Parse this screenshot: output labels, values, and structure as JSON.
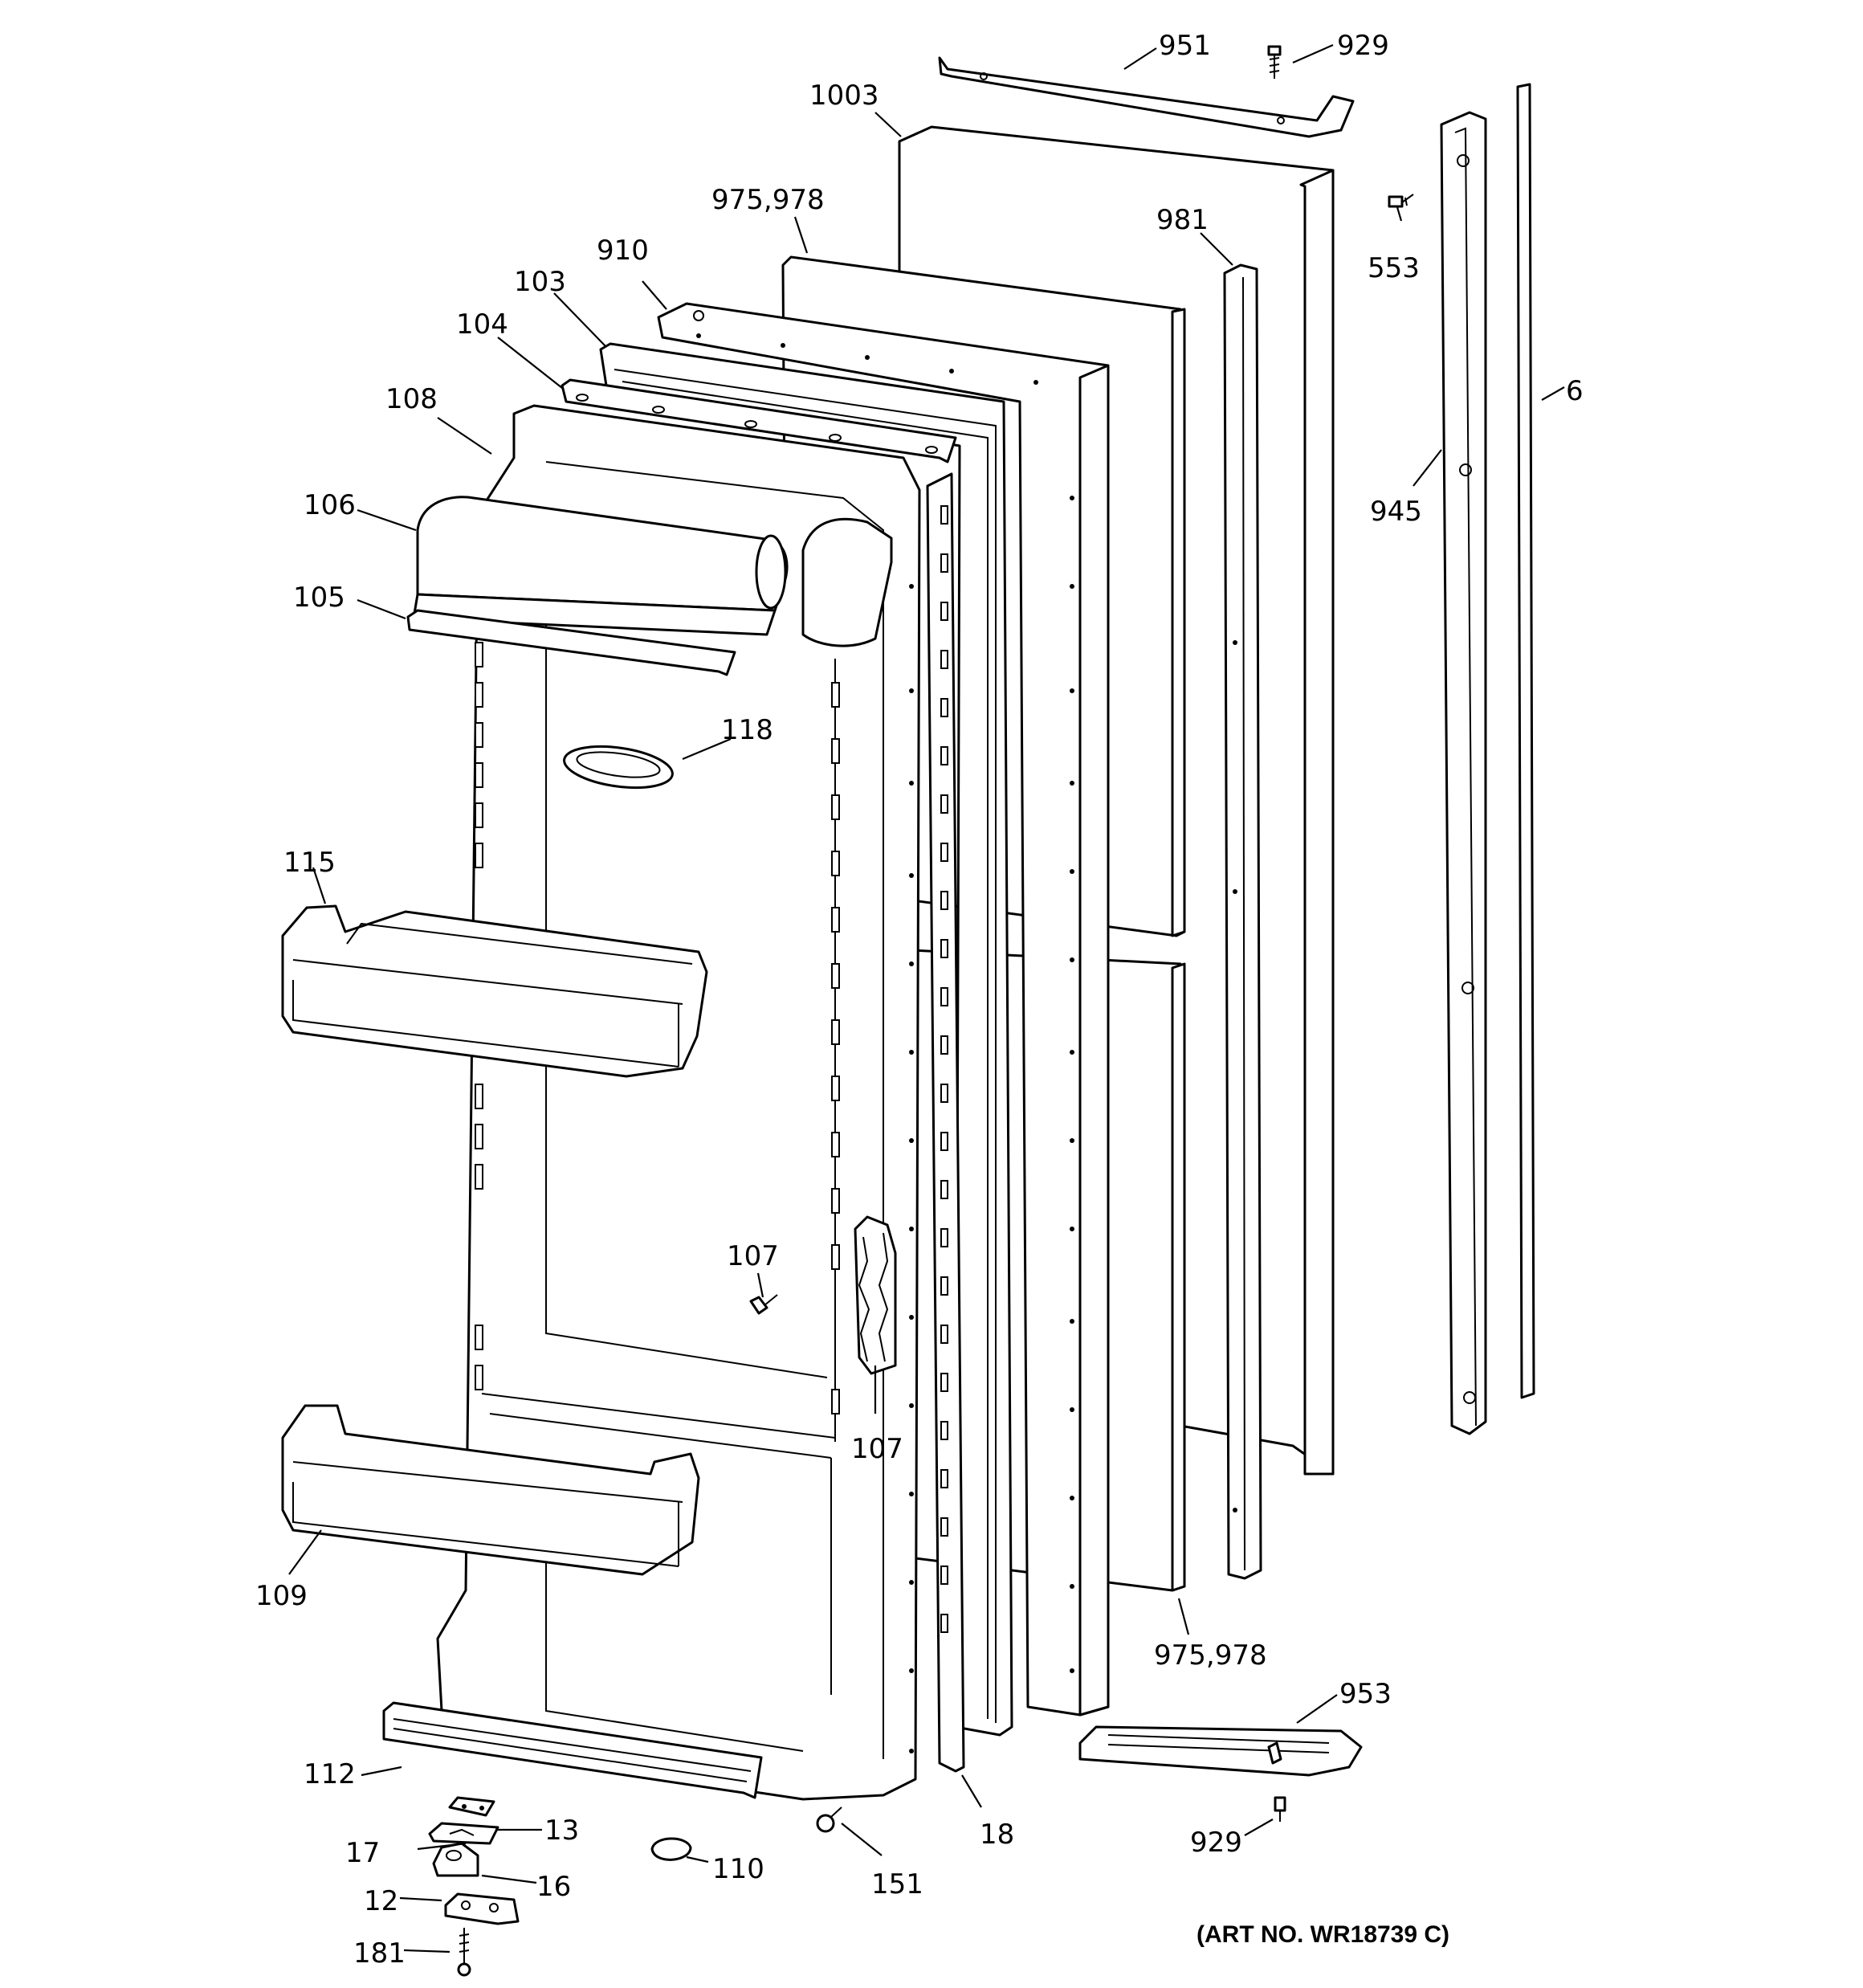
{
  "callouts": [
    {
      "id": "c-951",
      "text": "951"
    },
    {
      "id": "c-929-top",
      "text": "929"
    },
    {
      "id": "c-1003",
      "text": "1003"
    },
    {
      "id": "c-975-978-top",
      "text": "975,978"
    },
    {
      "id": "c-981",
      "text": "981"
    },
    {
      "id": "c-553",
      "text": "553"
    },
    {
      "id": "c-910",
      "text": "910"
    },
    {
      "id": "c-103",
      "text": "103"
    },
    {
      "id": "c-104",
      "text": "104"
    },
    {
      "id": "c-108",
      "text": "108"
    },
    {
      "id": "c-6",
      "text": "6"
    },
    {
      "id": "c-945",
      "text": "945"
    },
    {
      "id": "c-106",
      "text": "106"
    },
    {
      "id": "c-105",
      "text": "105"
    },
    {
      "id": "c-118",
      "text": "118"
    },
    {
      "id": "c-115",
      "text": "115"
    },
    {
      "id": "c-107-a",
      "text": "107"
    },
    {
      "id": "c-107-b",
      "text": "107"
    },
    {
      "id": "c-109",
      "text": "109"
    },
    {
      "id": "c-975-978-bottom",
      "text": "975,978"
    },
    {
      "id": "c-953",
      "text": "953"
    },
    {
      "id": "c-112",
      "text": "112"
    },
    {
      "id": "c-13",
      "text": "13"
    },
    {
      "id": "c-17",
      "text": "17"
    },
    {
      "id": "c-16",
      "text": "16"
    },
    {
      "id": "c-110",
      "text": "110"
    },
    {
      "id": "c-151",
      "text": "151"
    },
    {
      "id": "c-18",
      "text": "18"
    },
    {
      "id": "c-929-bottom",
      "text": "929"
    },
    {
      "id": "c-12",
      "text": "12"
    },
    {
      "id": "c-181",
      "text": "181"
    }
  ],
  "art_number": "(ART NO. WR18739 C)"
}
